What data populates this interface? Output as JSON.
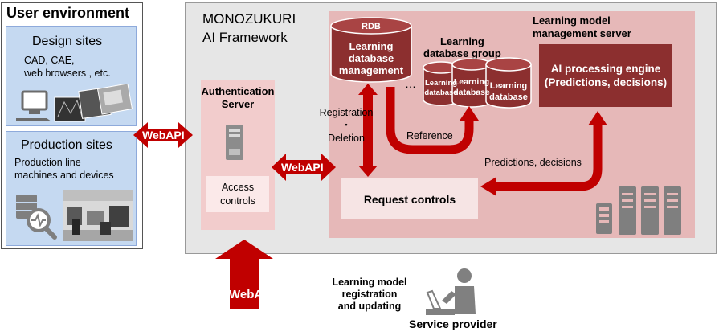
{
  "user_environment": {
    "title": "User environment",
    "design_sites": {
      "title": "Design sites",
      "desc": [
        "CAD, CAE,",
        "web browsers , etc."
      ]
    },
    "production_sites": {
      "title": "Production sites",
      "desc": [
        "Production line",
        "machines and devices"
      ]
    }
  },
  "framework": {
    "title_lines": [
      "MONOZUKURI",
      "AI Framework"
    ],
    "auth_server": {
      "title_lines": [
        "Authentication",
        "Server"
      ],
      "access_lines": [
        "Access",
        "controls"
      ]
    },
    "mgmt_server": {
      "title_lines": [
        "Learning model",
        "management server"
      ]
    },
    "rdb": {
      "label": "RDB",
      "lines": [
        "Learning",
        "database",
        "management"
      ]
    },
    "db_group": {
      "title_lines": [
        "Learning",
        "database group"
      ],
      "cyl1_lines": [
        "Learning",
        "database"
      ],
      "cyl2_lines": [
        "Learning",
        "database"
      ],
      "cyl3_lines": [
        "Learning",
        "database"
      ],
      "ellipsis": "…"
    },
    "ai_engine": {
      "lines": [
        "AI processing engine",
        "(Predictions, decisions)"
      ]
    },
    "request_controls": "Request controls",
    "registration_lines": [
      "Registration",
      "・",
      "Deletion"
    ],
    "reference": "Reference",
    "predictions": "Predictions,  decisions"
  },
  "webapi_labels": {
    "left": "WebAPI",
    "middle": "WebAPI",
    "bottom": "WebAPI"
  },
  "service_provider": {
    "caption_lines": [
      "Learning model",
      "registration",
      "and updating"
    ],
    "label": "Service provider"
  },
  "colors": {
    "accent_red": "#c00000",
    "dark_red": "#8c2f2f",
    "panel_blue": "#c5d9f1",
    "mgmt_pink": "#e6b8b8",
    "framework_gray": "#e6e6e6"
  }
}
